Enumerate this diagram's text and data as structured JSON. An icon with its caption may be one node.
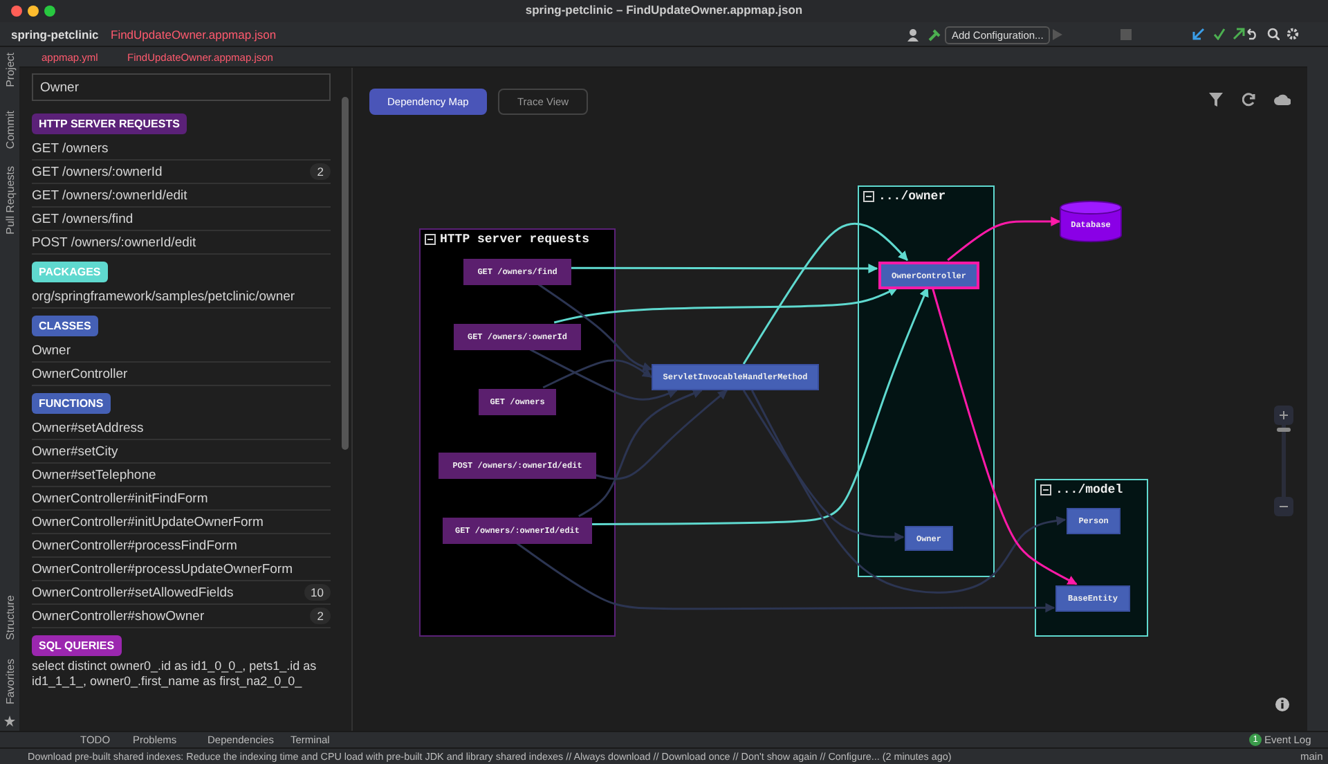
{
  "diagram": {
    "title": "spring-petclinic – FindUpdateOwner.appmap.json",
    "nodes": [
      {
        "text": [
          "HTTP server requests"
        ]
      },
      {
        "text": [
          "GET /owners/find"
        ],
        "in": 0
      },
      {
        "text": [
          "GET /owners/:ownerId"
        ],
        "in": 0
      },
      {
        "text": [
          "GET /owners"
        ],
        "in": 0
      },
      {
        "text": [
          "POST /owners/:ownerId/edit"
        ],
        "in": 0
      },
      {
        "text": [
          "GET /owners/:ownerId/edit"
        ],
        "in": 0
      },
      {
        "text": [
          "ServletInvocableHandlerMethod"
        ]
      },
      {
        "text": [
          ".../owner"
        ]
      },
      {
        "text": [
          "OwnerController"
        ],
        "in": 7
      },
      {
        "text": [
          "Owner"
        ],
        "in": 7
      },
      {
        "text": [
          "Database"
        ]
      },
      {
        "text": [
          ".../model"
        ]
      },
      {
        "text": [
          "Person"
        ],
        "in": 11
      },
      {
        "text": [
          "BaseEntity"
        ],
        "in": 11
      }
    ],
    "edges": [
      {
        "from": 1,
        "to": 8,
        "arrow": "to",
        "color": "#5fd9cf"
      },
      {
        "from": 2,
        "to": 8,
        "arrow": "to",
        "color": "#5fd9cf"
      },
      {
        "from": 5,
        "to": 8,
        "arrow": "to",
        "color": "#5fd9cf"
      },
      {
        "from": 6,
        "to": 8,
        "arrow": "to",
        "color": "#5fd9cf"
      },
      {
        "from": 1,
        "to": 6,
        "arrow": "to"
      },
      {
        "from": 2,
        "to": 6,
        "arrow": "to"
      },
      {
        "from": 3,
        "to": 6,
        "arrow": "to"
      },
      {
        "from": 4,
        "to": 6,
        "arrow": "to"
      },
      {
        "from": 5,
        "to": 6,
        "arrow": "to"
      },
      {
        "from": 6,
        "to": 9,
        "arrow": "to"
      },
      {
        "from": 6,
        "to": 12,
        "arrow": "to"
      },
      {
        "from": 5,
        "to": 13,
        "arrow": "to"
      },
      {
        "from": 8,
        "to": 10,
        "arrow": "to",
        "color": "#ff1aa8"
      },
      {
        "from": 8,
        "to": 13,
        "arrow": "to",
        "color": "#ff1aa8"
      }
    ],
    "labels": [
      "spring-petclinic",
      "FindUpdateOwner.appmap.json",
      "Add Configuration...",
      "appmap.yml",
      "FindUpdateOwner.appmap.json",
      "Project",
      "Commit",
      "Pull Requests",
      "Owner",
      "HTTP SERVER REQUESTS",
      "GET /owners",
      "GET /owners/:ownerId",
      "2",
      "GET /owners/:ownerId/edit",
      "GET /owners/find",
      "POST /owners/:ownerId/edit",
      "PACKAGES",
      "org/springframework/samples/petclinic/owner",
      "CLASSES",
      "Owner",
      "OwnerController",
      "FUNCTIONS",
      "Owner#setAddress",
      "Owner#setCity",
      "Owner#setTelephone",
      "OwnerController#initFindForm",
      "OwnerController#initUpdateOwnerForm",
      "OwnerController#processFindForm",
      "OwnerController#processUpdateOwnerForm",
      "OwnerController#setAllowedFields",
      "10",
      "OwnerController#showOwner",
      "2",
      "SQL QUERIES",
      "select distinct owner0_.id as id1_0_0_, pets1_.id as id1_1_1_, owner0_.first_name as first_na2_0_0_",
      "Dependency Map",
      "Trace View",
      "Structure",
      "Favorites",
      "TODO",
      "Problems",
      "Dependencies",
      "Terminal",
      "1",
      "Event Log",
      "Download pre-built shared indexes: Reduce the indexing time and CPU load with pre-built JDK and library shared indexes // Always download // Download once // Don't show again // Configure... (2 minutes ago)",
      "main"
    ]
  }
}
